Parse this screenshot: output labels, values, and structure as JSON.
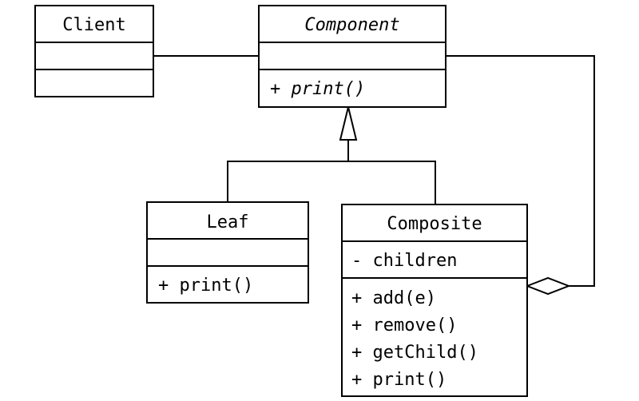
{
  "classes": {
    "client": {
      "name": "Client",
      "attributes": [],
      "operations": []
    },
    "component": {
      "name": "Component",
      "abstract": true,
      "attributes": [],
      "operations": [
        "+ print()"
      ]
    },
    "leaf": {
      "name": "Leaf",
      "attributes": [],
      "operations": [
        "+ print()"
      ]
    },
    "composite": {
      "name": "Composite",
      "attributes": [
        "- children"
      ],
      "operations": [
        "+ add(e)",
        "+ remove()",
        "+ getChild()",
        "+ print()"
      ]
    }
  },
  "relationships": [
    {
      "type": "association",
      "from": "Client",
      "to": "Component"
    },
    {
      "type": "generalization",
      "from": "Leaf",
      "to": "Component"
    },
    {
      "type": "generalization",
      "from": "Composite",
      "to": "Component"
    },
    {
      "type": "aggregation",
      "from": "Composite",
      "to": "Component"
    }
  ]
}
